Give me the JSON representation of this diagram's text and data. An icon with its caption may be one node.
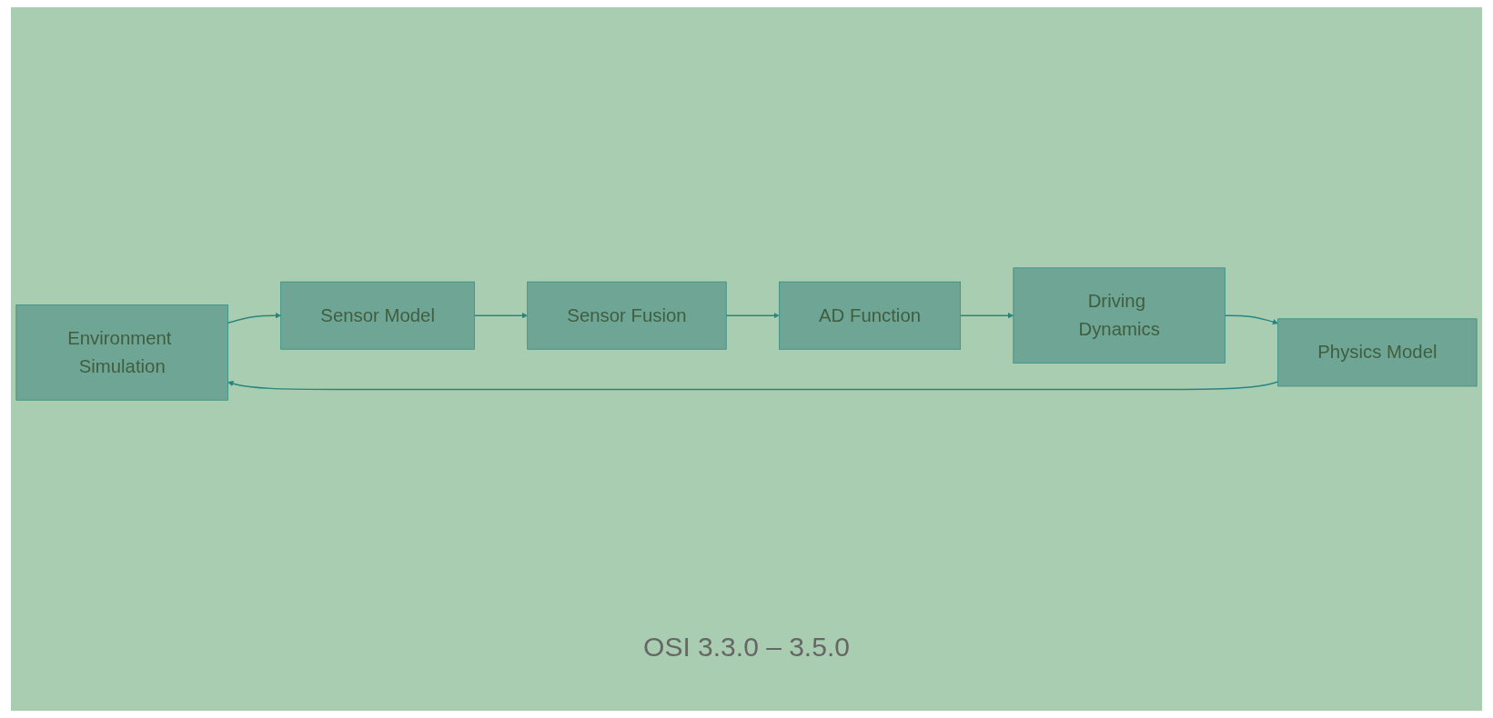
{
  "diagram": {
    "nodes": [
      {
        "text": [
          "Environment Simulation"
        ]
      },
      {
        "text": [
          "Sensor Model"
        ]
      },
      {
        "text": [
          "Sensor Fusion"
        ]
      },
      {
        "text": [
          "Physics Model"
        ]
      },
      {
        "text": [
          "Driving Dynamics"
        ]
      },
      {
        "text": [
          "AD Function"
        ]
      }
    ],
    "edges": [
      {
        "from": 0,
        "to": 1,
        "arrow": "to"
      },
      {
        "from": 1,
        "to": 2,
        "arrow": "to"
      },
      {
        "from": 2,
        "to": 5,
        "arrow": "to"
      },
      {
        "from": 5,
        "to": 4,
        "arrow": "to"
      },
      {
        "from": 4,
        "to": 3,
        "arrow": "to"
      },
      {
        "from": 3,
        "to": 0,
        "arrow": "to"
      }
    ],
    "labels": [
      "OSI 3.3.0 – 3.5.0"
    ]
  }
}
